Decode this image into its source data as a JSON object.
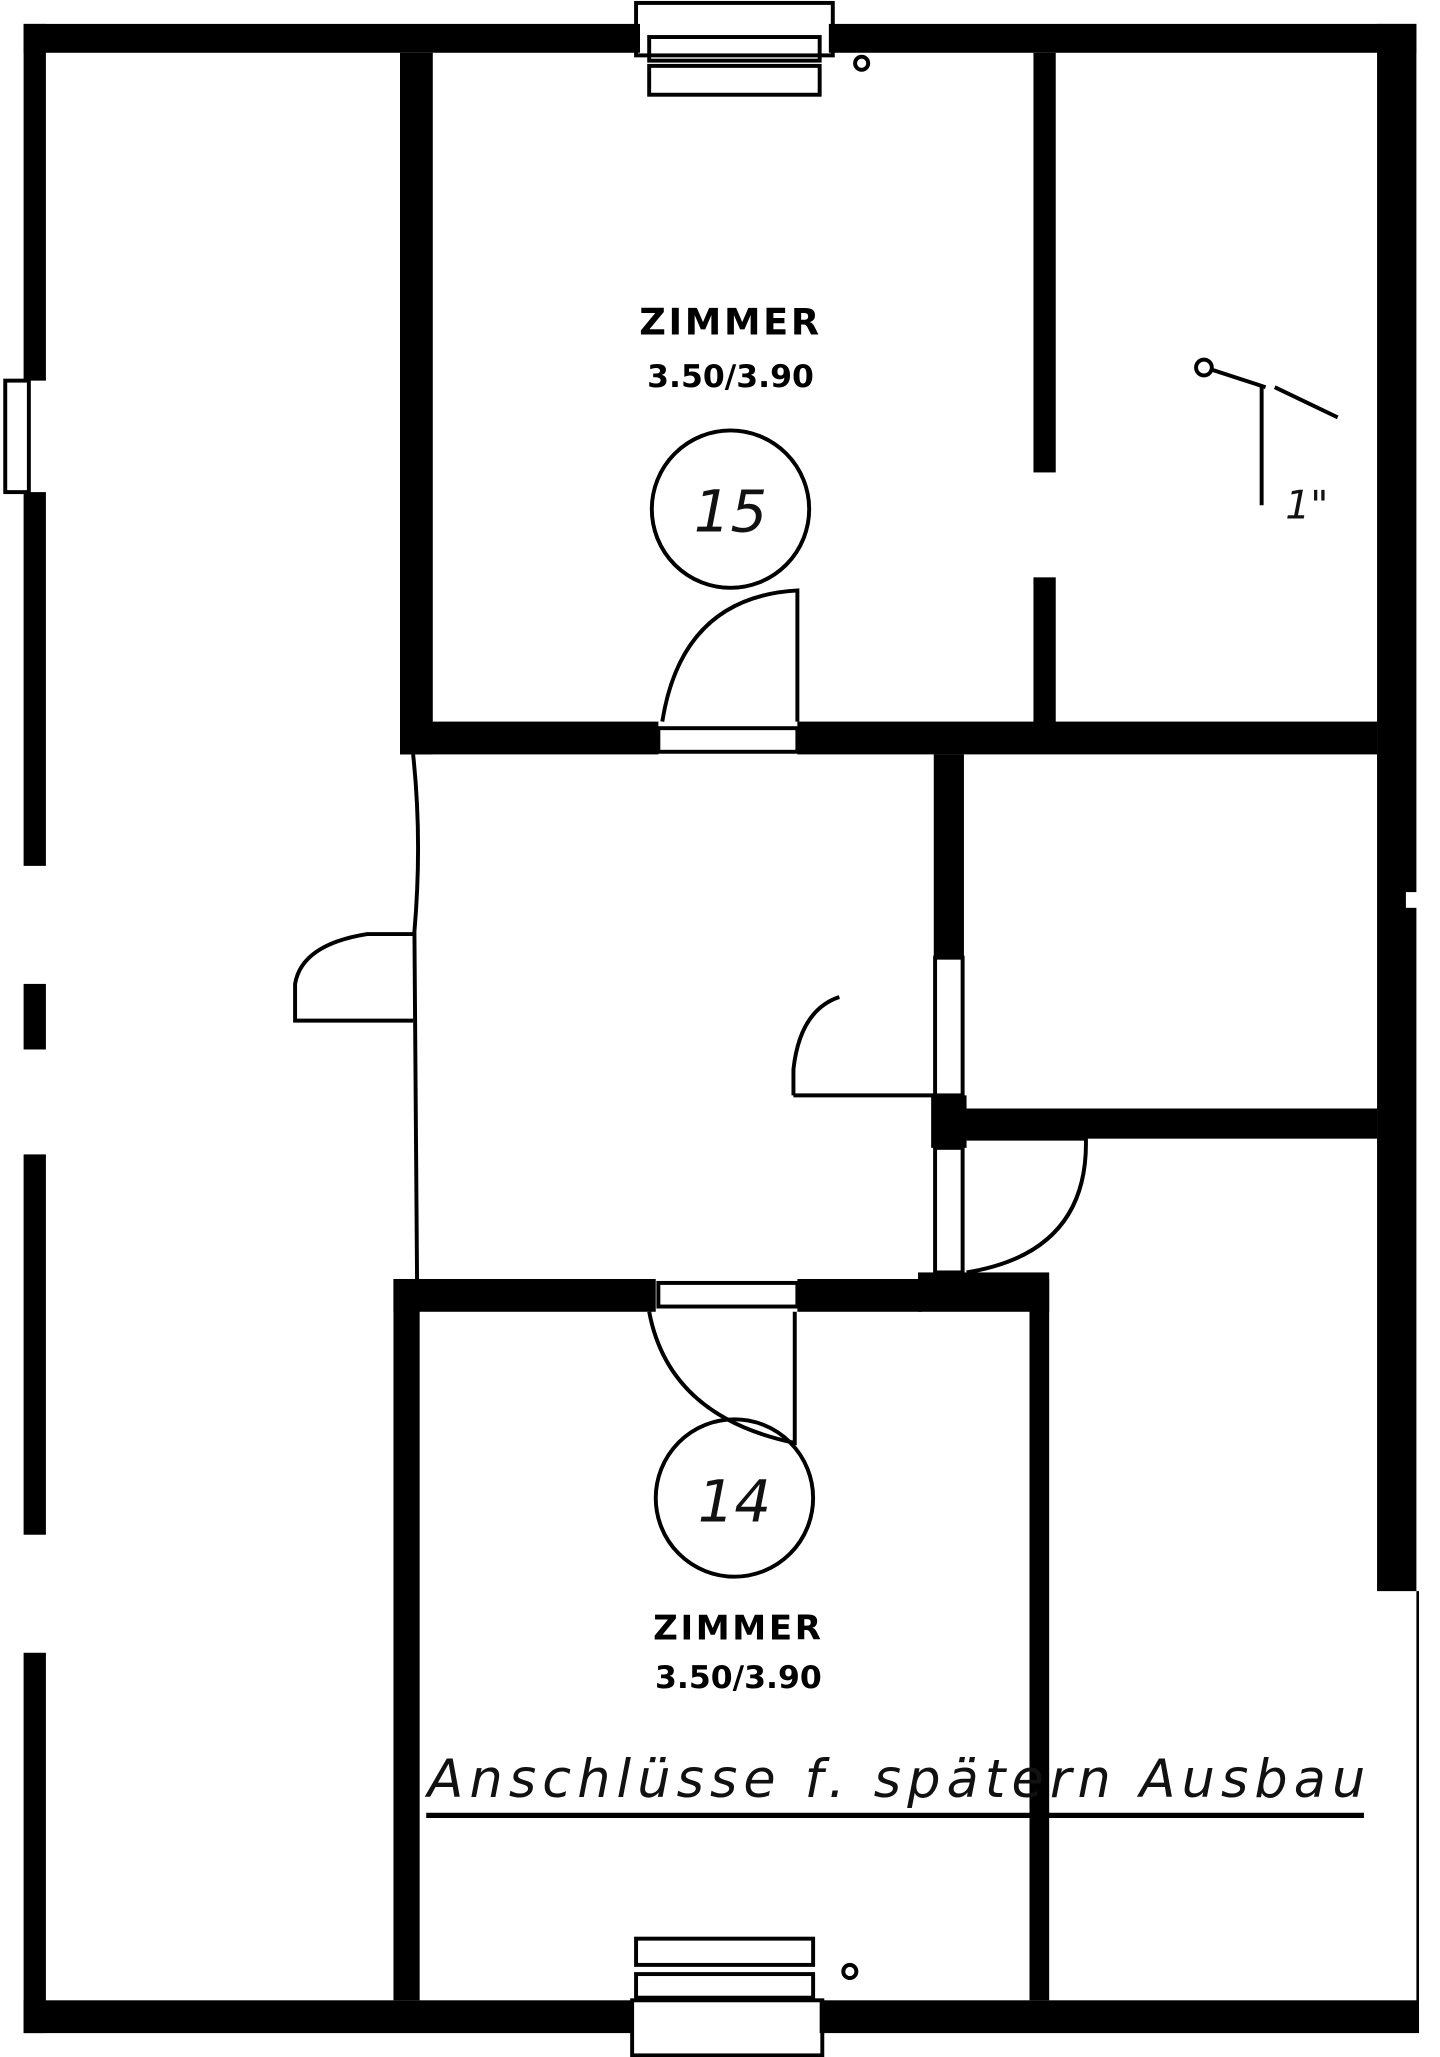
{
  "rooms": [
    {
      "number": "15",
      "name": "ZIMMER",
      "dimensions": "3.50/3.90"
    },
    {
      "number": "14",
      "name": "ZIMMER",
      "dimensions": "3.50/3.90"
    }
  ],
  "pipe_size": "1\"",
  "note": "Anschlüsse f. spätern Ausbau"
}
